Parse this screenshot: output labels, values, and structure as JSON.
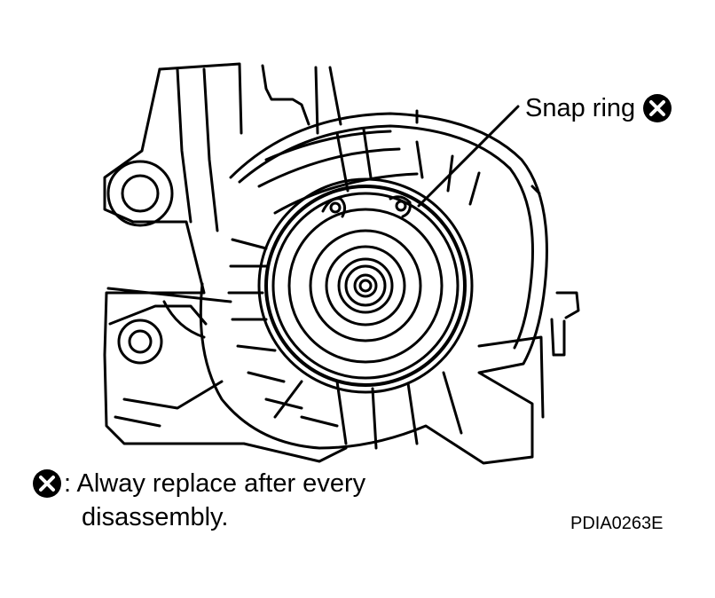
{
  "callout": {
    "label": "Snap ring",
    "icon": "do-not-reuse-x-icon"
  },
  "note": {
    "icon": "do-not-reuse-x-icon",
    "line1": ": Alway replace after every",
    "line2": "disassembly."
  },
  "figure_code": "PDIA0263E",
  "colors": {
    "ink": "#000000",
    "background": "#ffffff"
  }
}
